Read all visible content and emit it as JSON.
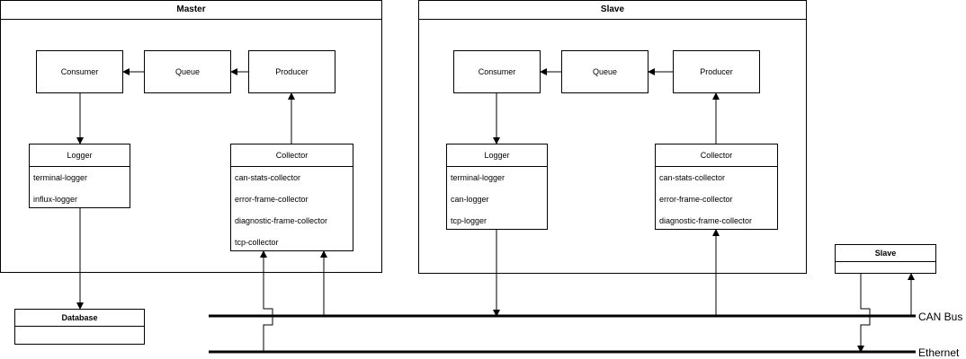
{
  "master": {
    "title": "Master",
    "consumer": "Consumer",
    "queue": "Queue",
    "producer": "Producer",
    "logger": {
      "title": "Logger",
      "items": [
        "terminal-logger",
        "influx-logger"
      ]
    },
    "collector": {
      "title": "Collector",
      "items": [
        "can-stats-collector",
        "error-frame-collector",
        "diagnostic-frame-collector",
        "tcp-collector"
      ]
    }
  },
  "slave": {
    "title": "Slave",
    "consumer": "Consumer",
    "queue": "Queue",
    "producer": "Producer",
    "logger": {
      "title": "Logger",
      "items": [
        "terminal-logger",
        "can-logger",
        "tcp-logger"
      ]
    },
    "collector": {
      "title": "Collector",
      "items": [
        "can-stats-collector",
        "error-frame-collector",
        "diagnostic-frame-collector"
      ]
    }
  },
  "database": {
    "title": "Database"
  },
  "slave_node": {
    "title": "Slave"
  },
  "buses": {
    "can": "CAN Bus",
    "ethernet": "Ethernet"
  }
}
